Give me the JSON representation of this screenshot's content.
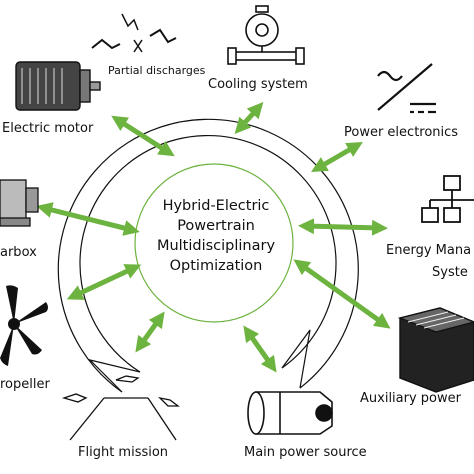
{
  "center": {
    "lines": [
      "Hybrid-Electric",
      "Powertrain",
      "Multidisciplinary",
      "Optimization"
    ]
  },
  "components": {
    "partial_discharges": "Partial discharges",
    "cooling_system": "Cooling system",
    "electric_motor": "Electric motor",
    "power_electronics": "Power electronics",
    "gearbox": "arbox",
    "energy_management_1": "Energy Mana",
    "energy_management_2": "Syste",
    "propeller": "ropeller",
    "auxiliary_power": "Auxiliary power",
    "flight_mission": "Flight mission",
    "main_power_source": "Main power source"
  },
  "colors": {
    "arrow": "#6db33f",
    "inner_circle": "#6db33f",
    "outline": "#111111"
  },
  "icons": [
    "partial-discharge-icon",
    "cooling-pump-icon",
    "electric-motor-icon",
    "power-electronics-icon",
    "gearbox-icon",
    "energy-management-tree-icon",
    "propeller-icon",
    "battery-pack-icon",
    "flight-path-icon",
    "turbine-engine-icon"
  ]
}
